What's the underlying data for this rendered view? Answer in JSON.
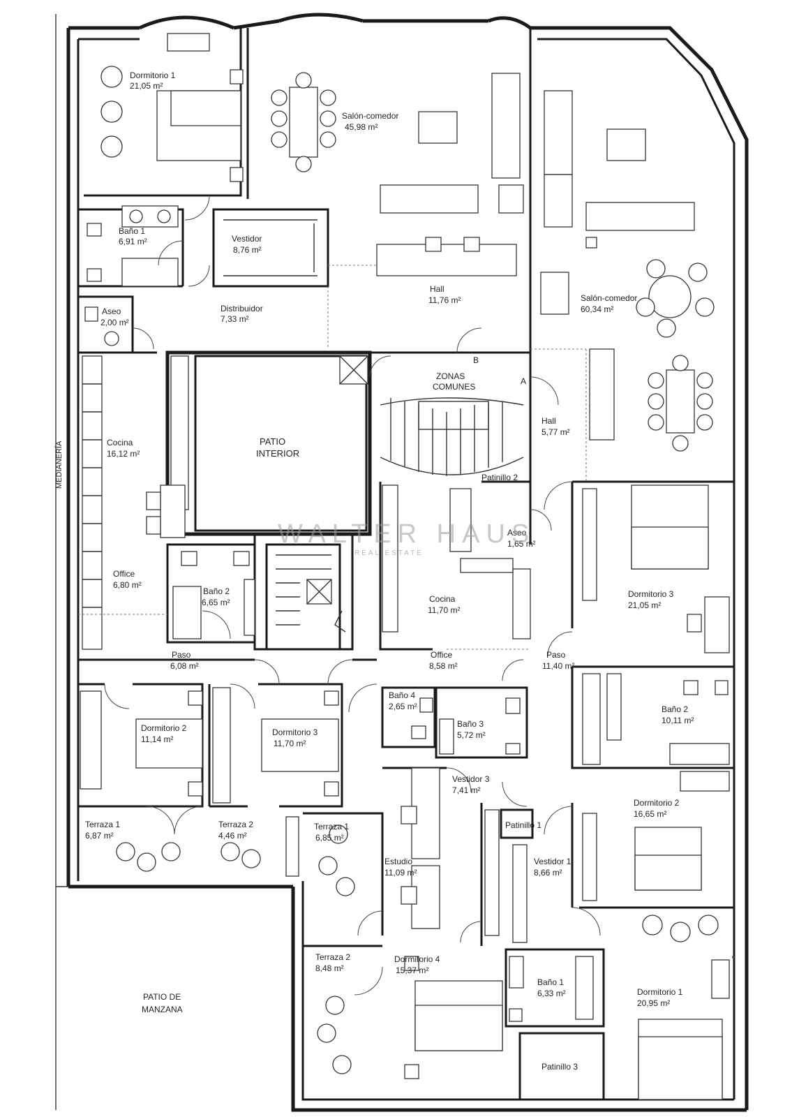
{
  "rooms": {
    "dormitorio1_top": {
      "name": "Dormitorio 1",
      "area": "21,05 m²"
    },
    "salon_comedor_1": {
      "name": "Salón-comedor",
      "area": "45,98 m²"
    },
    "bano1_top": {
      "name": "Baño 1",
      "area": "6,91 m²"
    },
    "vestidor_top": {
      "name": "Vestidor",
      "area": "8,76 m²"
    },
    "aseo_top": {
      "name": "Aseo",
      "area": "2,00 m²"
    },
    "distribuidor": {
      "name": "Distribuidor",
      "area": "7,33 m²"
    },
    "hall_1": {
      "name": "Hall",
      "area": "11,76 m²"
    },
    "salon_comedor_2": {
      "name": "Salón-comedor",
      "area": "60,34 m²"
    },
    "zonas_comunes": {
      "line1": "ZONAS",
      "line2": "COMUNES"
    },
    "hall_2": {
      "name": "Hall",
      "area": "5,77 m²"
    },
    "cocina_1": {
      "name": "Cocina",
      "area": "16,12 m²"
    },
    "patio_interior": {
      "line1": "PATIO",
      "line2": "INTERIOR"
    },
    "patinillo2": {
      "name": "Patinillo 2"
    },
    "aseo_2": {
      "name": "Aseo",
      "area": "1,65 m²"
    },
    "office_1": {
      "name": "Office",
      "area": "6,80 m²"
    },
    "bano2_left": {
      "name": "Baño 2",
      "area": "6,65 m²"
    },
    "cocina_2": {
      "name": "Cocina",
      "area": "11,70 m²"
    },
    "dormitorio3_right": {
      "name": "Dormitorio 3",
      "area": "21,05 m²"
    },
    "paso_1": {
      "name": "Paso",
      "area": "6,08 m²"
    },
    "office_2": {
      "name": "Office",
      "area": "8,58 m²"
    },
    "paso_2": {
      "name": "Paso",
      "area": "11,40 m²"
    },
    "bano4": {
      "name": "Baño 4",
      "area": "2,65 m²"
    },
    "bano3": {
      "name": "Baño 3",
      "area": "5,72 m²"
    },
    "bano2_right": {
      "name": "Baño 2",
      "area": "10,11 m²"
    },
    "dormitorio2_left": {
      "name": "Dormitorio 2",
      "area": "11,14 m²"
    },
    "dormitorio3_left": {
      "name": "Dormitorio 3",
      "area": "11,70 m²"
    },
    "vestidor3": {
      "name": "Vestidor 3",
      "area": "7,41 m²"
    },
    "dormitorio2_right": {
      "name": "Dormitorio 2",
      "area": "16,65 m²"
    },
    "terraza1_left": {
      "name": "Terraza 1",
      "area": "6,87 m²"
    },
    "terraza2_left": {
      "name": "Terraza 2",
      "area": "4,46 m²"
    },
    "terraza1_mid": {
      "name": "Terraza 1",
      "area": "6,85 m²"
    },
    "estudio": {
      "name": "Estudio",
      "area": "11,09 m²"
    },
    "patinillo1": {
      "name": "Patinillo 1"
    },
    "vestidor1": {
      "name": "Vestidor 1",
      "area": "8,66 m²"
    },
    "terraza2_mid": {
      "name": "Terraza 2",
      "area": "8,48 m²"
    },
    "dormitorio4": {
      "name": "Dormitorio 4",
      "area": "15,37 m²"
    },
    "bano1_bottom": {
      "name": "Baño 1",
      "area": "6,33 m²"
    },
    "dormitorio1_bottom": {
      "name": "Dormitorio 1",
      "area": "20,95 m²"
    },
    "patinillo3": {
      "name": "Patinillo 3"
    },
    "patio_manzana": {
      "line1": "PATIO DE",
      "line2": "MANZANA"
    }
  },
  "labels": {
    "medianeria": "MEDIANERÍA",
    "door_a": "A",
    "door_b": "B"
  },
  "watermark": {
    "title": "WALTER HAUS",
    "subtitle": "REAL ESTATE"
  }
}
